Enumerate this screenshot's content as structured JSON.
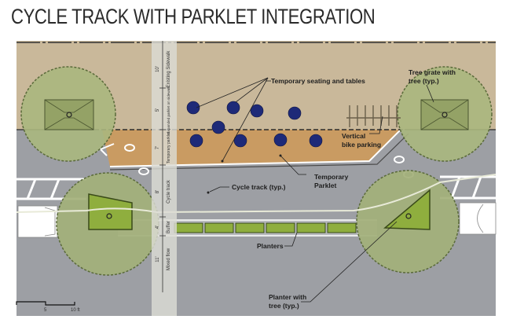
{
  "title": "CYCLE TRACK WITH PARKLET INTEGRATION",
  "colors": {
    "sidewalk": "#c9b89a",
    "parklet": "#c99b62",
    "road": "#9d9fa4",
    "tree_canopy": "#aab77e",
    "planter": "#8fae3e",
    "table": "#1e2a78",
    "section_strip": "#dcdcd4"
  },
  "section_dimensions": [
    {
      "width": "10'",
      "label": "Existing Sidewalk"
    },
    {
      "width": "5'",
      "label": "Expanded parklet on sidewalk"
    },
    {
      "width": "7'",
      "label": "Temporary parklet"
    },
    {
      "width": "8'",
      "label": "Cycle track"
    },
    {
      "width": "4'",
      "label": "Buffer"
    },
    {
      "width": "11'",
      "label": "Mixed flow"
    }
  ],
  "callouts": {
    "seating": "Temporary seating and tables",
    "tree_grate_1": "Tree grate with",
    "tree_grate_2": "tree (typ.)",
    "bike_parking_1": "Vertical",
    "bike_parking_2": "bike parking",
    "cycle_track": "Cycle track (typ.)",
    "parklet_1": "Temporary",
    "parklet_2": "Parklet",
    "planters": "Planters",
    "planter_tree_1": "Planter with",
    "planter_tree_2": "tree (typ.)"
  },
  "scale_bar": {
    "mid_label": "5",
    "end_label": "10 ft"
  }
}
